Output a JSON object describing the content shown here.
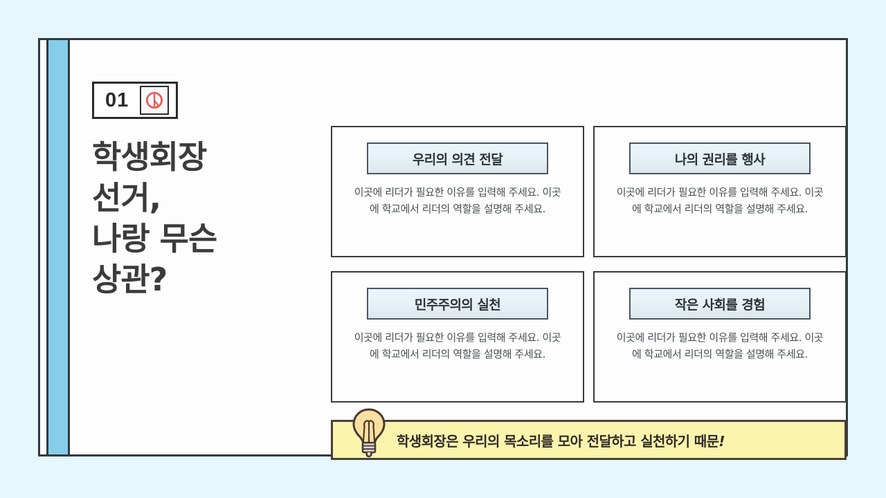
{
  "theme": {
    "page_background": "#e6f7fe",
    "slide_background": "#fdfdfd",
    "frame_border": "#32393d",
    "accent_bar": "#86cde9",
    "stamp_red": "#f4504f",
    "card_header_blue": "#e6f0f5",
    "callout_yellow": "#fbf4ad",
    "callout_border": "#4a4038",
    "title_text": "#3b3b3b"
  },
  "left": {
    "badge": {
      "number": "01",
      "icon": "ballot-stamp-icon"
    },
    "title_lines": [
      "학생회장",
      "선거,",
      "나랑 무슨",
      "상관?"
    ]
  },
  "cards": [
    {
      "heading": "우리의 의견 전달",
      "body": "이곳에 리더가 필요한 이유를 입력해 주세요. 이곳에 학교에서 리더의 역할을 설명해 주세요."
    },
    {
      "heading": "나의 권리를 행사",
      "body": "이곳에 리더가 필요한 이유를 입력해 주세요. 이곳에 학교에서 리더의 역할을 설명해 주세요."
    },
    {
      "heading": "민주주의의 실천",
      "body": "이곳에 리더가 필요한 이유를 입력해 주세요. 이곳에 학교에서 리더의 역할을 설명해 주세요."
    },
    {
      "heading": "작은 사회를 경험",
      "body": "이곳에 리더가 필요한 이유를 입력해 주세요. 이곳에 학교에서 리더의 역할을 설명해 주세요."
    }
  ],
  "callout": {
    "icon": "lightbulb-icon",
    "text": "학생회장은 우리의 목소리를 모아 전달하고 실천하기 때문",
    "emphasis": "!"
  }
}
